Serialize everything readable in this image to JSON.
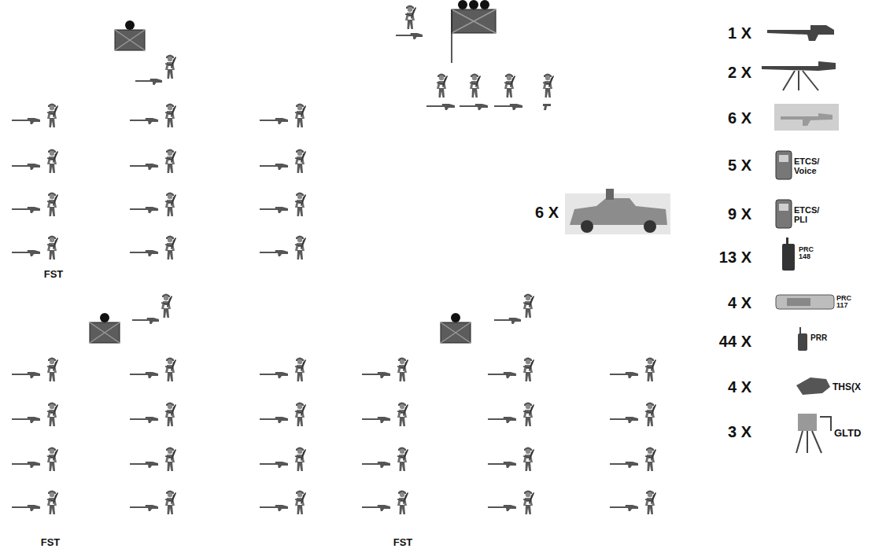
{
  "diagram": {
    "labels": [
      "6 X",
      "1 X",
      "2 X",
      "6 X",
      "5 X",
      "ETCS/ Voice",
      "9 X",
      "ETCS/ PLI",
      "13 X",
      "PRC 148",
      "4 X",
      "PRC 117",
      "44 X",
      "PRR",
      "4 X",
      "THS(X",
      "3 X",
      "GLTD",
      "FST",
      "FST",
      "FST"
    ]
  }
}
